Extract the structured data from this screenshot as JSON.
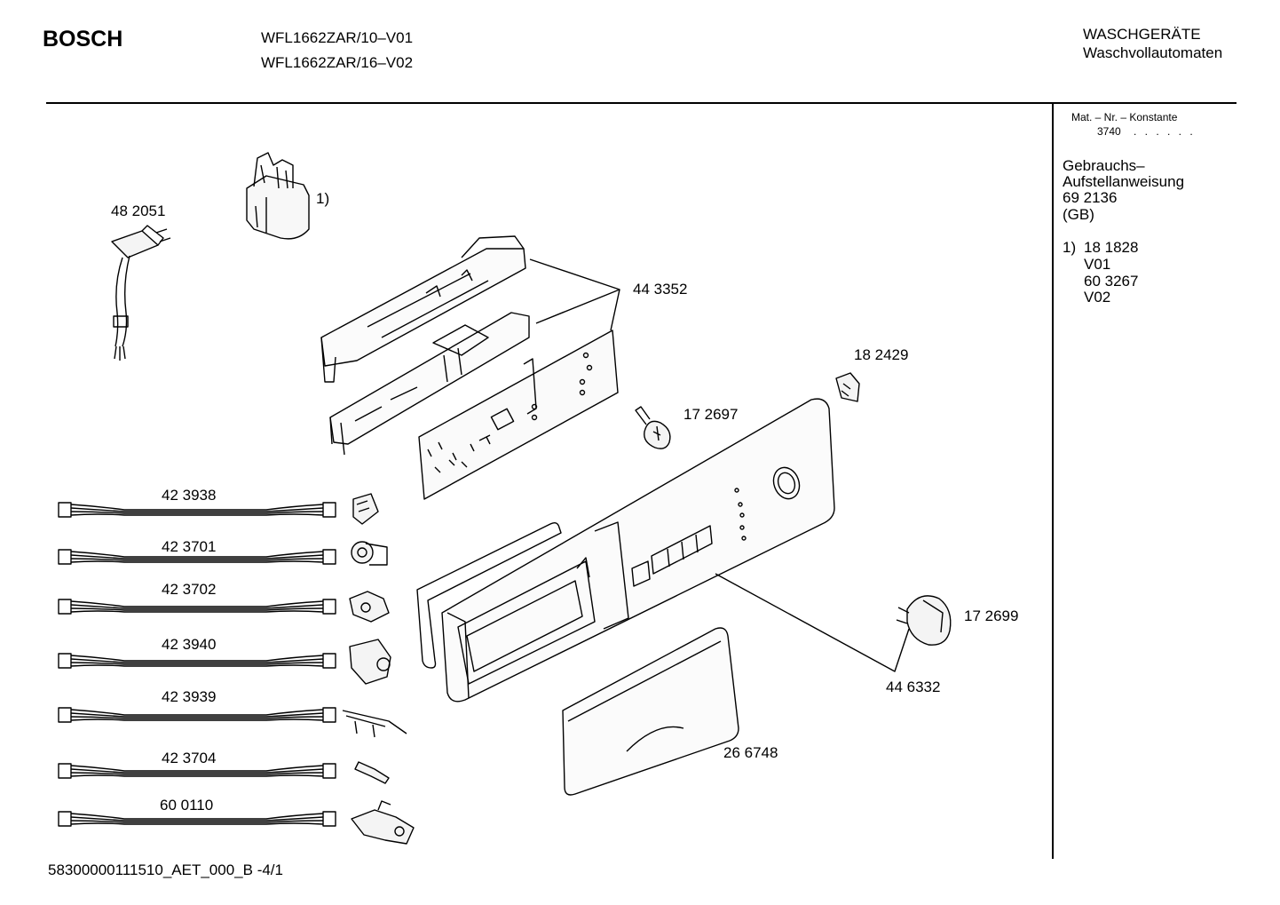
{
  "header": {
    "brand": "BOSCH",
    "models": [
      "WFL1662ZAR/10–V01",
      "WFL1662ZAR/16–V02"
    ],
    "category": "WASCHGERÄTE",
    "subcategory": "Waschvollautomaten"
  },
  "sidebar": {
    "mat_label": "Mat. – Nr. – Konstante",
    "mat_value": "3740",
    "mat_dots": ". .  . . . .",
    "manual_lines": [
      "Gebrauchs–",
      "Aufstellanweisung",
      "69 2136",
      "(GB)"
    ],
    "note_marker": "1)",
    "note_lines": [
      "18 1828",
      "V01",
      "60 3267",
      "V02"
    ]
  },
  "parts": {
    "power_cord": "48 2051",
    "suppressor_note": "1)",
    "control_module": "44 3352",
    "clip": "18 2429",
    "knob_shaft": "17 2697",
    "knob": "17 2699",
    "panel": "44 6332",
    "drawer_front": "26 6748"
  },
  "harness": [
    {
      "label": "42 3938"
    },
    {
      "label": "42 3701"
    },
    {
      "label": "42 3702"
    },
    {
      "label": "42 3940"
    },
    {
      "label": "42 3939"
    },
    {
      "label": "42 3704"
    },
    {
      "label": "60 0110"
    }
  ],
  "footer": {
    "doc_id": "58300000111510_AET_000_B  -4/1"
  }
}
